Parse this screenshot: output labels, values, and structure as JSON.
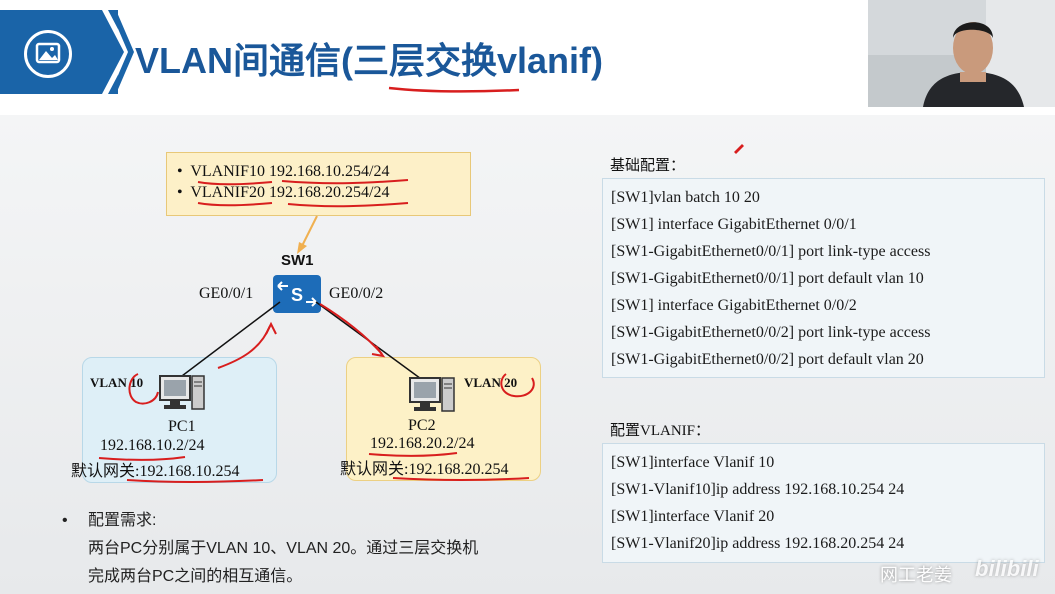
{
  "header": {
    "title": "VLAN间通信(三层交换vlanif)",
    "logo_icon": "image-icon",
    "brand_color": "#1a64a8",
    "title_color": "#1a5799"
  },
  "callout": {
    "line1": "VLANIF10 192.168.10.254/24",
    "line2": "VLANIF20 192.168.20.254/24",
    "bullet": "•"
  },
  "topology": {
    "switch_name": "SW1",
    "switch_glyph": "S",
    "port_left": "GE0/0/1",
    "port_right": "GE0/0/2",
    "pc1": {
      "vlan": "VLAN 10",
      "name": "PC1",
      "ip": "192.168.10.2/24",
      "gateway": "默认网关:192.168.10.254"
    },
    "pc2": {
      "vlan": "VLAN 20",
      "name": "PC2",
      "ip": "192.168.20.2/24",
      "gateway": "默认网关:192.168.20.254"
    }
  },
  "basic_config": {
    "heading": "基础配置：",
    "lines": [
      "[SW1]vlan batch 10 20",
      "[SW1] interface GigabitEthernet 0/0/1",
      "[SW1-GigabitEthernet0/0/1] port link-type access",
      "[SW1-GigabitEthernet0/0/1] port default vlan 10",
      "[SW1] interface GigabitEthernet 0/0/2",
      "[SW1-GigabitEthernet0/0/2] port link-type access",
      "[SW1-GigabitEthernet0/0/2] port default vlan 20"
    ]
  },
  "vlanif_config": {
    "heading": "配置VLANIF：",
    "lines": [
      "[SW1]interface Vlanif 10",
      "[SW1-Vlanif10]ip address 192.168.10.254 24",
      "[SW1]interface Vlanif 20",
      "[SW1-Vlanif20]ip address 192.168.20.254 24"
    ]
  },
  "requirement": {
    "bullet": "•",
    "heading": "配置需求:",
    "line1": "两台PC分别属于VLAN 10、VLAN 20。通过三层交换机",
    "line2": "完成两台PC之间的相互通信。"
  },
  "watermark": {
    "text": "网工老姜",
    "logo": "bilibili"
  }
}
